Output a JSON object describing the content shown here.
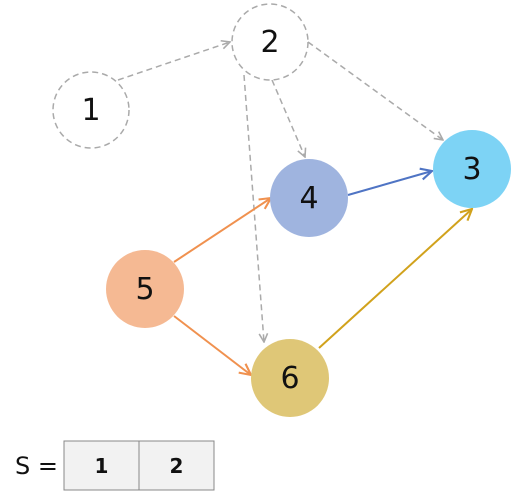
{
  "nodes": [
    {
      "id": "1",
      "label": "1",
      "style": "dashed"
    },
    {
      "id": "2",
      "label": "2",
      "style": "dashed"
    },
    {
      "id": "3",
      "label": "3",
      "fill": "#7dd3f5"
    },
    {
      "id": "4",
      "label": "4",
      "fill": "#9fb4df"
    },
    {
      "id": "5",
      "label": "5",
      "fill": "#f5b993"
    },
    {
      "id": "6",
      "label": "6",
      "fill": "#dfc777"
    }
  ],
  "edges": [
    {
      "from": "1",
      "to": "2",
      "style": "dashed",
      "color": "#aaaaaa"
    },
    {
      "from": "2",
      "to": "4",
      "style": "dashed",
      "color": "#aaaaaa"
    },
    {
      "from": "2",
      "to": "3",
      "style": "dashed",
      "color": "#aaaaaa"
    },
    {
      "from": "2",
      "to": "6",
      "style": "dashed",
      "color": "#aaaaaa"
    },
    {
      "from": "4",
      "to": "3",
      "style": "solid",
      "color": "#4f74c4"
    },
    {
      "from": "5",
      "to": "4",
      "style": "solid",
      "color": "#f0914f"
    },
    {
      "from": "5",
      "to": "6",
      "style": "solid",
      "color": "#f0914f"
    },
    {
      "from": "6",
      "to": "3",
      "style": "solid",
      "color": "#d1a21c"
    }
  ],
  "stack": {
    "label": "S =",
    "cells": [
      "1",
      "2"
    ]
  }
}
